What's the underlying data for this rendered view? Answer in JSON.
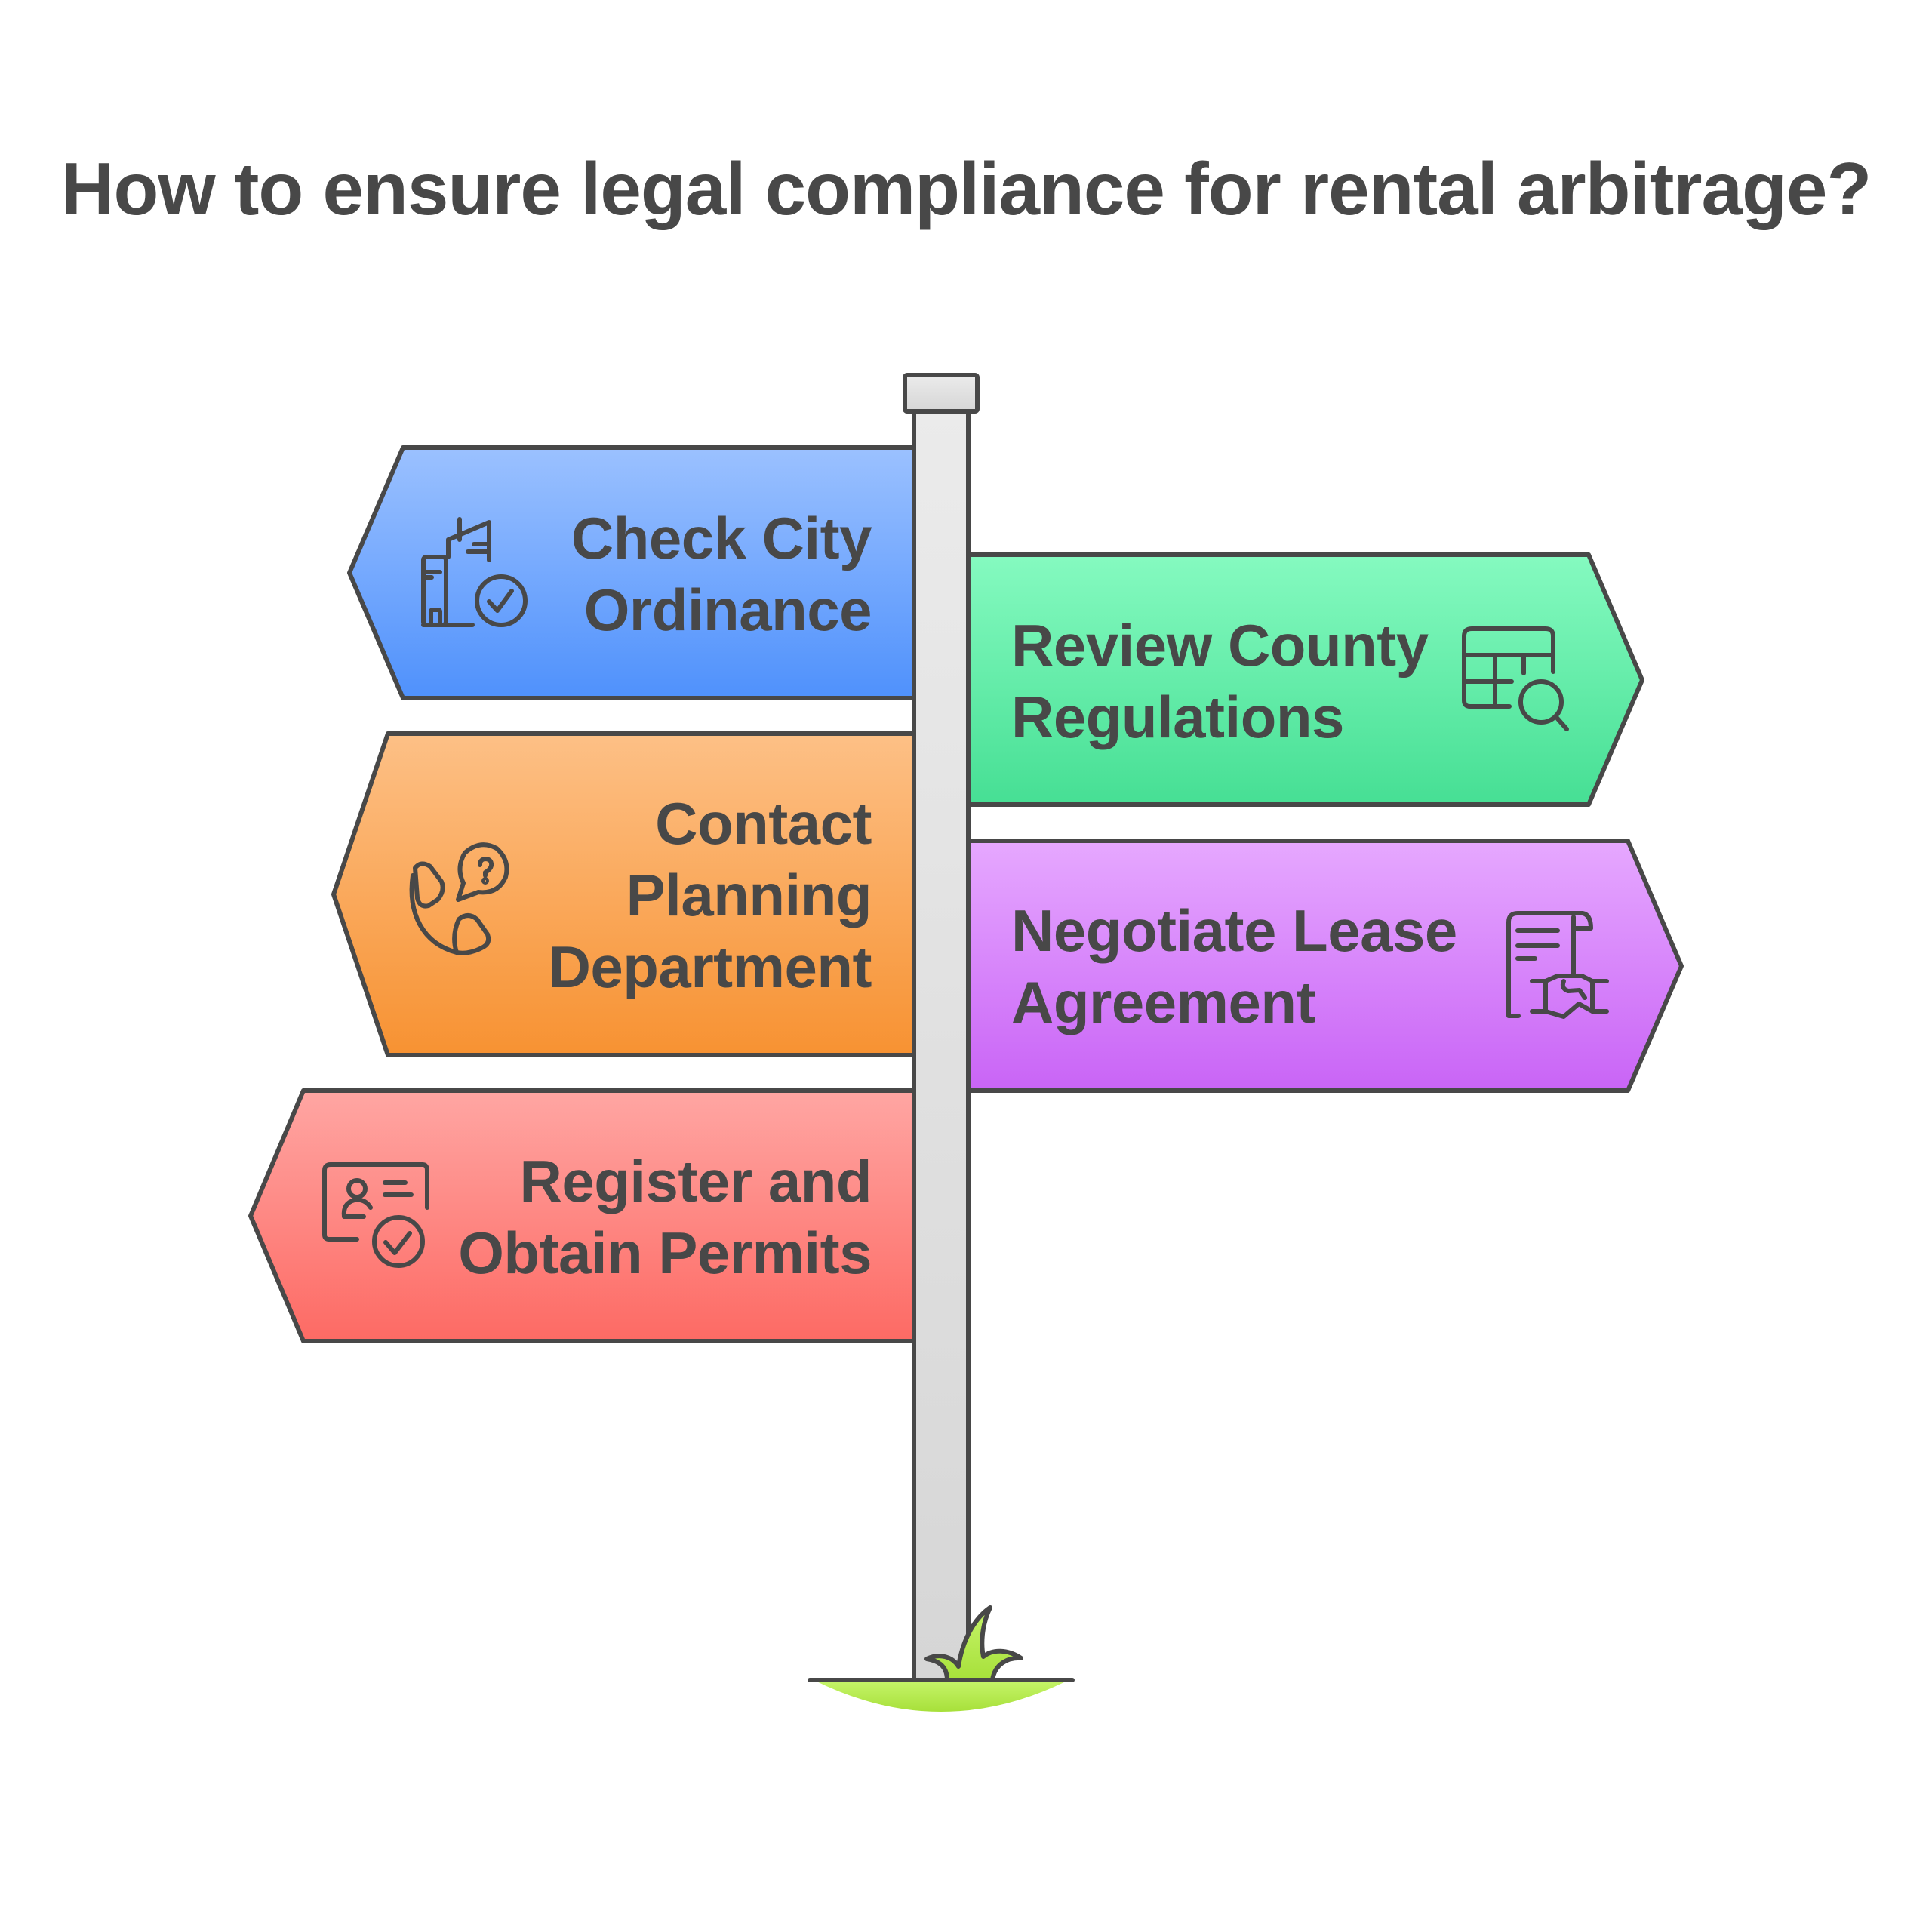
{
  "title": "How to ensure legal compliance for rental arbitrage?",
  "colors": {
    "outline": "#484848",
    "text": "#484848",
    "post_top": "#EBEBEB",
    "post_bottom": "#D6D6D6",
    "grass_top": "#C6F56A",
    "grass_bottom": "#A7E03A"
  },
  "signs": [
    {
      "id": "check-city-ordinance",
      "direction": "left",
      "lines": [
        "Check City",
        "Ordinance"
      ],
      "icon": "city-building-check-icon",
      "gradient": [
        "#9BC1FF",
        "#4F91FC"
      ]
    },
    {
      "id": "review-county-regulations",
      "direction": "right",
      "lines": [
        "Review County",
        "Regulations"
      ],
      "icon": "table-search-icon",
      "gradient": [
        "#85FAC0",
        "#46DF94"
      ]
    },
    {
      "id": "contact-planning-department",
      "direction": "left",
      "lines": [
        "Contact",
        "Planning",
        "Department"
      ],
      "icon": "phone-question-icon",
      "gradient": [
        "#FDC086",
        "#F79232"
      ]
    },
    {
      "id": "negotiate-lease-agreement",
      "direction": "right",
      "lines": [
        "Negotiate Lease",
        "Agreement"
      ],
      "icon": "contract-handshake-icon",
      "gradient": [
        "#E6A8FF",
        "#C964F6"
      ]
    },
    {
      "id": "register-obtain-permits",
      "direction": "left",
      "lines": [
        "Register and",
        "Obtain Permits"
      ],
      "icon": "id-card-check-icon",
      "gradient": [
        "#FFA6A3",
        "#FD6A64"
      ]
    }
  ]
}
